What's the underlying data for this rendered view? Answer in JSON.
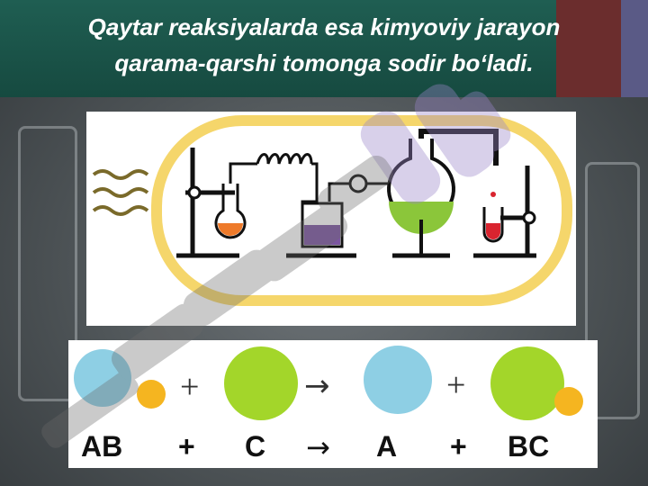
{
  "slide": {
    "title_line1": "Qaytar reaksiyalarda esa kimyoviy jarayon",
    "title_line2": "qarama-qarshi tomonga sodir bo‘ladi."
  },
  "equation": {
    "operator_plus": "+",
    "arrow": "→",
    "reactant_1": "AB",
    "reactant_2": "C",
    "product_1": "A",
    "product_2": "BC"
  },
  "colors": {
    "header_bg": "#1f5e52",
    "accent_red": "#6b2d2d",
    "accent_purple": "#5a5a86",
    "circle_blue": "#8ecfe4",
    "circle_green": "#a3d62a",
    "circle_orange": "#f5b520",
    "lab_frame_yellow": "#f5d66b",
    "flask_orange": "#ee7a2a",
    "beaker_purple": "#7b55a0",
    "flask_green": "#8bc63a",
    "tube_red": "#d9242f"
  }
}
